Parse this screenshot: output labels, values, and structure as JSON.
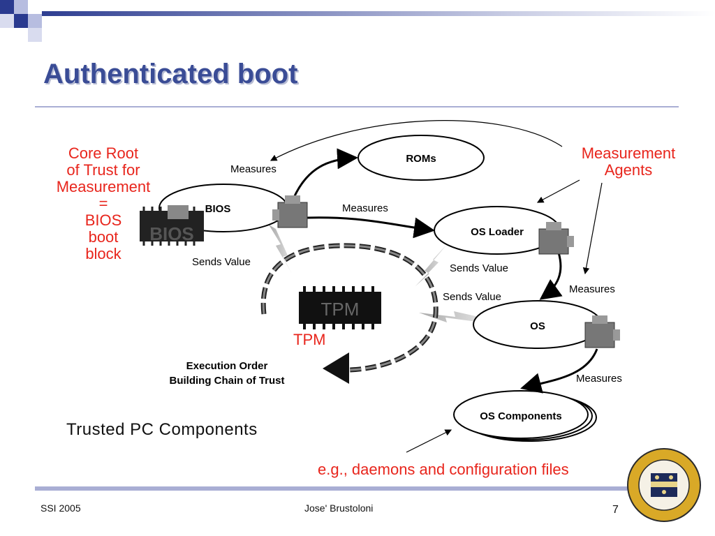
{
  "slide": {
    "title": "Authenticated boot",
    "footer_left": "SSI 2005",
    "footer_center": "Jose' Brustoloni",
    "page_number": "7"
  },
  "annotations": {
    "crtm_lines": [
      "Core Root",
      "of Trust for",
      "Measurement",
      "=",
      "BIOS",
      "boot",
      "block"
    ],
    "agents_lines": [
      "Measurement",
      "Agents"
    ],
    "tpm": "TPM",
    "example": "e.g., daemons and configuration files"
  },
  "diagram": {
    "nodes": {
      "roms": "ROMs",
      "bios": "BIOS",
      "os_loader": "OS Loader",
      "os": "OS",
      "os_components": "OS Components"
    },
    "edge_labels": {
      "measures_1": "Measures",
      "measures_2": "Measures",
      "measures_3": "Measures",
      "measures_4": "Measures",
      "sends_1": "Sends Value",
      "sends_2": "Sends Value",
      "sends_3": "Sends Value"
    },
    "chip_text": {
      "bios_chip": "BIOS",
      "tpm_chip": "TPM"
    },
    "execution_order_lines": [
      "Execution Order",
      "Building Chain of Trust"
    ],
    "caption": "Trusted PC Components"
  },
  "colors": {
    "title": "#3a4c96",
    "accent_red": "#e8251c",
    "rule": "#a9aed4",
    "deco_blue": "#2a3a8f"
  },
  "icons": [
    "corner-squares-icon",
    "gear-icon",
    "chip-icon",
    "chain-icon",
    "lightning-bolt-icon",
    "university-seal-icon"
  ]
}
